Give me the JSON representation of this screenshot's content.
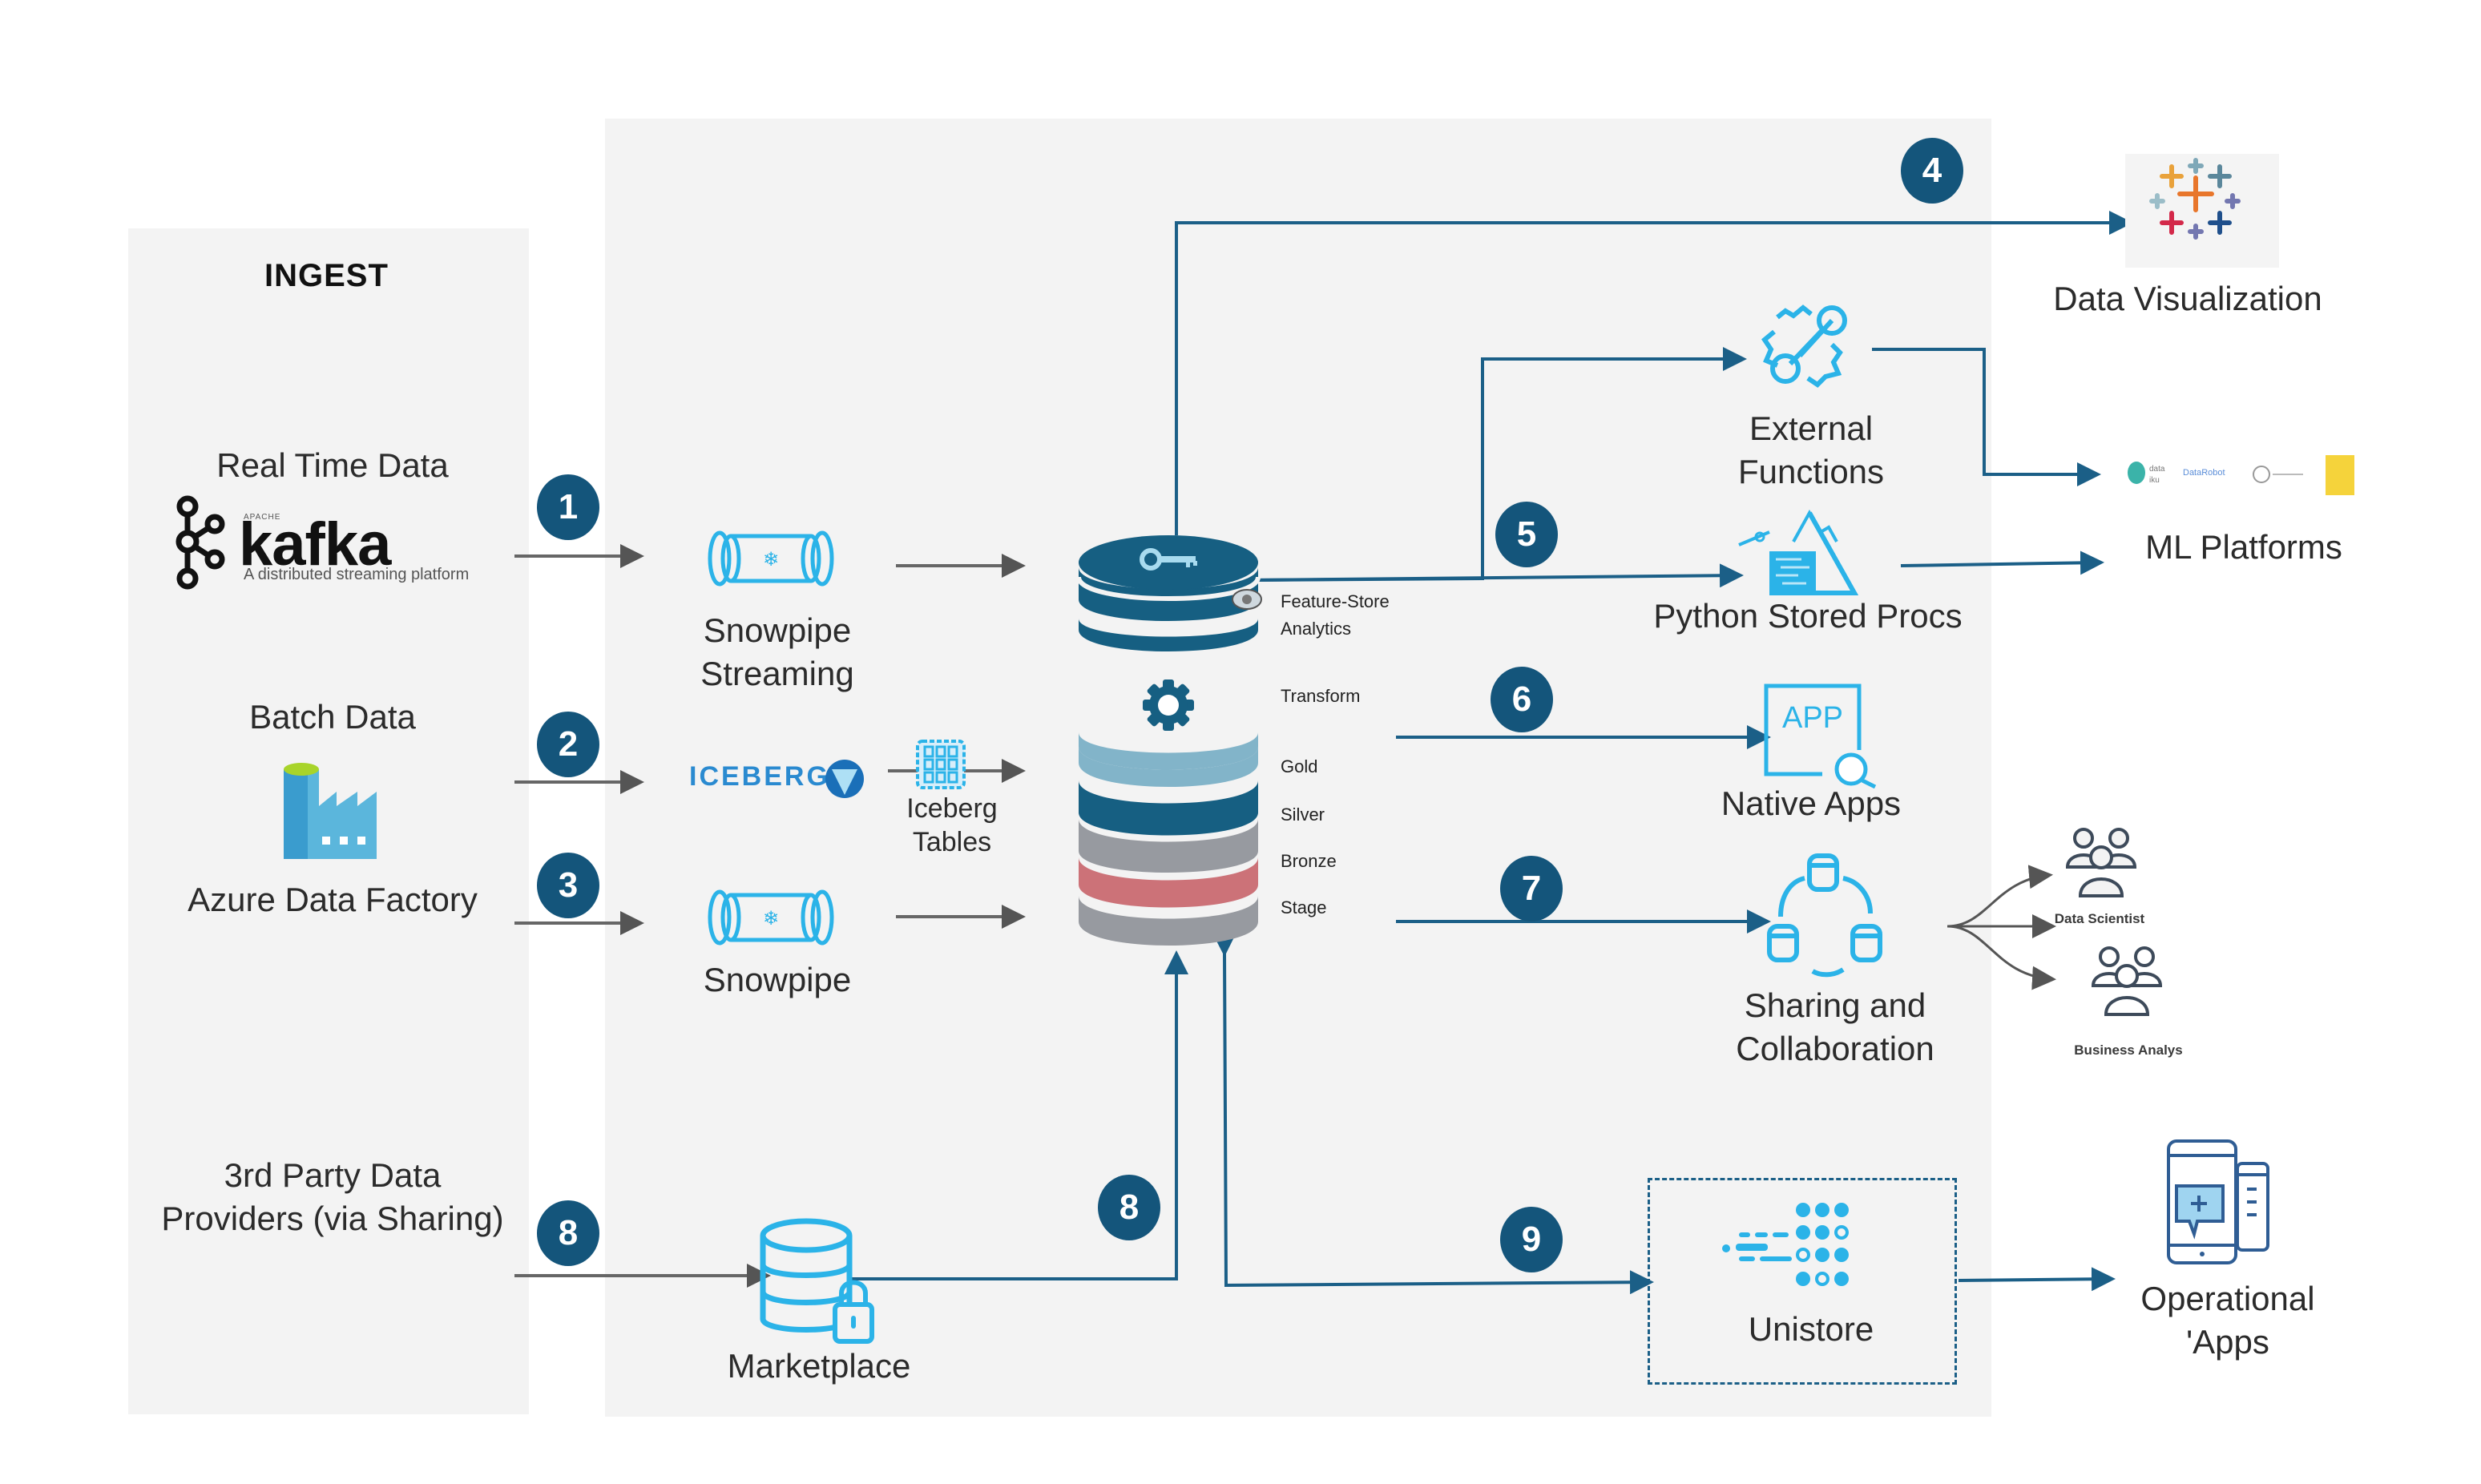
{
  "diagram": {
    "ingest": {
      "title": "INGEST",
      "sources": [
        {
          "label": "Real Time Data",
          "logo": {
            "name": "kafka",
            "apache": "APACHE",
            "word": "kafka",
            "tagline": "A distributed streaming platform"
          }
        },
        {
          "label": "Batch Data",
          "sublabel": "Azure Data Factory",
          "icon": "factory-icon"
        },
        {
          "label_line1": "3rd Party Data",
          "label_line2": "Providers (via Sharing)"
        }
      ]
    },
    "ingestion_services": {
      "snowpipe_streaming": {
        "line1": "Snowpipe",
        "line2": "Streaming",
        "icon": "pipe-snowflake-icon"
      },
      "iceberg": {
        "logo_text": "ICEBERG",
        "tables_line1": "Iceberg",
        "tables_line2": "Tables",
        "icon": "table-grid-icon"
      },
      "snowpipe": {
        "label": "Snowpipe",
        "icon": "pipe-snowflake-icon"
      },
      "marketplace": {
        "label": "Marketplace",
        "icon": "database-lock-icon"
      }
    },
    "core": {
      "top_icon": "key-icon",
      "side_icon": "eye-icon",
      "transform_icon": "gear-icon",
      "labels": {
        "feature_store": "Feature-Store",
        "analytics": "Analytics",
        "transform": "Transform",
        "gold": "Gold",
        "silver": "Silver",
        "bronze": "Bronze",
        "stage": "Stage"
      },
      "layer_colors": {
        "top": "#165f82",
        "gold": "#82b4c9",
        "silver": "#165f82",
        "bronze": "#979aa0",
        "stage_red": "#cc7278",
        "stage": "#979aa0"
      }
    },
    "consumers": {
      "external_functions": {
        "line1": "External",
        "line2": "Functions",
        "icon": "wrench-gear-icon"
      },
      "python_procs": {
        "label": "Python Stored Procs",
        "icon": "python-mountain-icon"
      },
      "native_apps": {
        "label": "Native Apps",
        "icon": "app-search-icon",
        "icon_text": "APP"
      },
      "sharing": {
        "line1": "Sharing and",
        "line2": "Collaboration",
        "icon": "shared-databases-icon"
      },
      "unistore": {
        "label": "Unistore",
        "icon": "unistore-dots-icon"
      }
    },
    "outputs": {
      "data_visualization": {
        "label": "Data Visualization",
        "icon": "tableau-icon"
      },
      "ml_platforms": {
        "label": "ML Platforms",
        "logos": [
          "dataiku",
          "DataRobot",
          "h2o",
          "kubeflow"
        ]
      },
      "data_scientist": {
        "label": "Data Scientist",
        "icon": "users-group-icon"
      },
      "business_analyst": {
        "label": "Business Analys",
        "icon": "users-group-icon"
      },
      "operational_apps": {
        "line1": "Operational",
        "line2": "'Apps",
        "icon": "mobile-apps-icon"
      }
    },
    "badges": [
      "1",
      "2",
      "3",
      "4",
      "5",
      "6",
      "7",
      "8",
      "8",
      "9"
    ],
    "colors": {
      "badge": "#14557b",
      "arrow_blue": "#1b5f87",
      "arrow_gray": "#666666",
      "icon_cyan": "#2bb3e8",
      "panel_bg": "#f3f3f3"
    }
  }
}
